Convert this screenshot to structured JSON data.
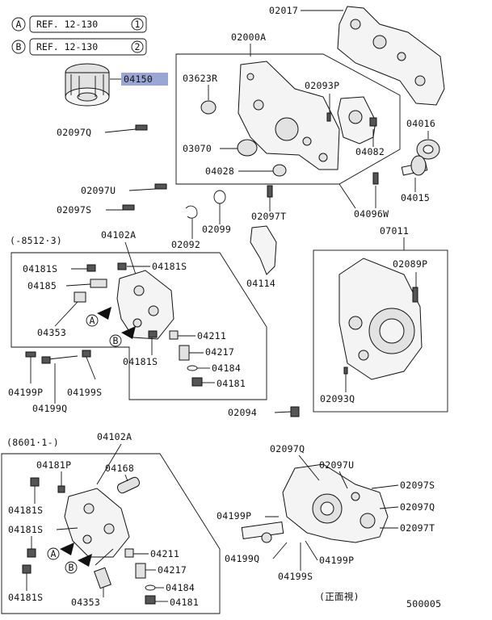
{
  "references": [
    {
      "marker": "A",
      "text": "REF. 12-130",
      "num": "1"
    },
    {
      "marker": "B",
      "text": "REF. 12-130",
      "num": "2"
    }
  ],
  "highlight_color": "#9aa7d4",
  "labels": {
    "p02017": "02017",
    "p02000A": "02000A",
    "p04150": "04150",
    "p03623R": "03623R",
    "p02093P": "02093P",
    "p02097Q_top": "02097Q",
    "p03070": "03070",
    "p04016": "04016",
    "p04082": "04082",
    "p04028": "04028",
    "p02097U_l": "02097U",
    "p04015": "04015",
    "p02097S_l": "02097S",
    "p02099": "02099",
    "p02097T_m": "02097T",
    "p04096W": "04096W",
    "p02092": "02092",
    "p07011": "07011",
    "range1": "(-8512·3)",
    "p04102A_1": "04102A",
    "p04114": "04114",
    "p04181S_a": "04181S",
    "p04181S_b": "04181S",
    "p02089P": "02089P",
    "p04185": "04185",
    "p04353_1": "04353",
    "p04211_1": "04211",
    "p04181S_c": "04181S",
    "p04217_1": "04217",
    "p04184_1": "04184",
    "p04181_1": "04181",
    "p04199P_1": "04199P",
    "p04199S_1": "04199S",
    "p04199Q_1": "04199Q",
    "p02093Q": "02093Q",
    "p02094": "02094",
    "range2": "(8601·1-)",
    "p04102A_2": "04102A",
    "p02097Q_r": "02097Q",
    "p04181P": "04181P",
    "p04168": "04168",
    "p02097U_r": "02097U",
    "p02097S_r": "02097S",
    "p04181S_d": "04181S",
    "p02097Q_r2": "02097Q",
    "p04199P_r": "04199P",
    "p02097T_r": "02097T",
    "p04181S_e": "04181S",
    "p04211_2": "04211",
    "p04217_2": "04217",
    "p04199Q_r": "04199Q",
    "p04199P_r2": "04199P",
    "p04199S_r": "04199S",
    "p04184_2": "04184",
    "p04181S_f": "04181S",
    "p04353_2": "04353",
    "p04181_2": "04181",
    "view_note": "(正面視)",
    "code": "500005"
  },
  "markers": {
    "A": "A",
    "B": "B"
  }
}
